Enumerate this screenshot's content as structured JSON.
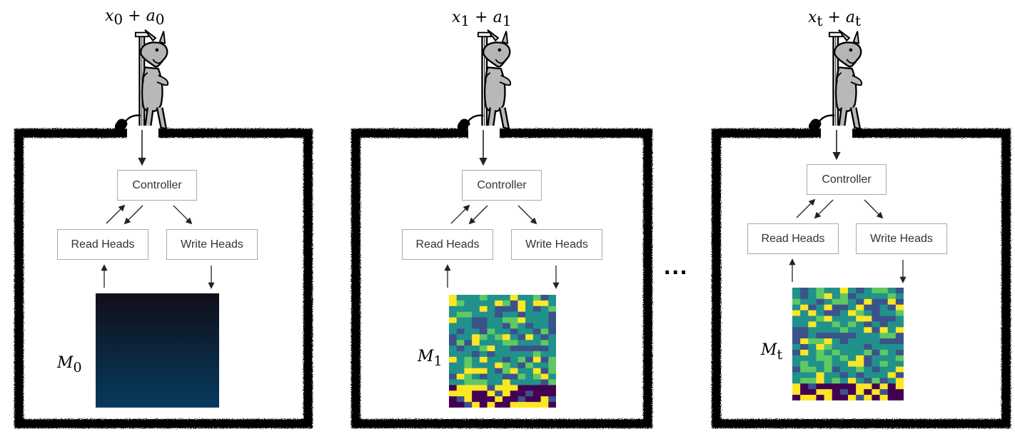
{
  "panels": [
    {
      "input_var": "x",
      "input_sub": "0",
      "plus": "+",
      "action_var": "a",
      "action_sub": "0",
      "controller": "Controller",
      "read_heads": "Read Heads",
      "write_heads": "Write Heads",
      "memory_var": "M",
      "memory_sub": "0",
      "memory_state": "empty"
    },
    {
      "input_var": "x",
      "input_sub": "1",
      "plus": "+",
      "action_var": "a",
      "action_sub": "1",
      "controller": "Controller",
      "read_heads": "Read Heads",
      "write_heads": "Write Heads",
      "memory_var": "M",
      "memory_sub": "1",
      "memory_state": "partially-written"
    },
    {
      "input_var": "x",
      "input_sub": "t",
      "plus": "+",
      "action_var": "a",
      "action_sub": "t",
      "controller": "Controller",
      "read_heads": "Read Heads",
      "write_heads": "Write Heads",
      "memory_var": "M",
      "memory_sub": "t",
      "memory_state": "written"
    }
  ],
  "ellipsis": "...",
  "colors": {
    "frame": "#000000",
    "box_border": "#a9a9a9",
    "memory_empty_top": "#110f18",
    "memory_empty_bottom": "#063a5e",
    "viridis": [
      "#440154",
      "#3b528b",
      "#21918c",
      "#5ec962",
      "#fde725"
    ]
  },
  "icons": {
    "mascot": "cartoon-donkey-with-stick-icon"
  }
}
